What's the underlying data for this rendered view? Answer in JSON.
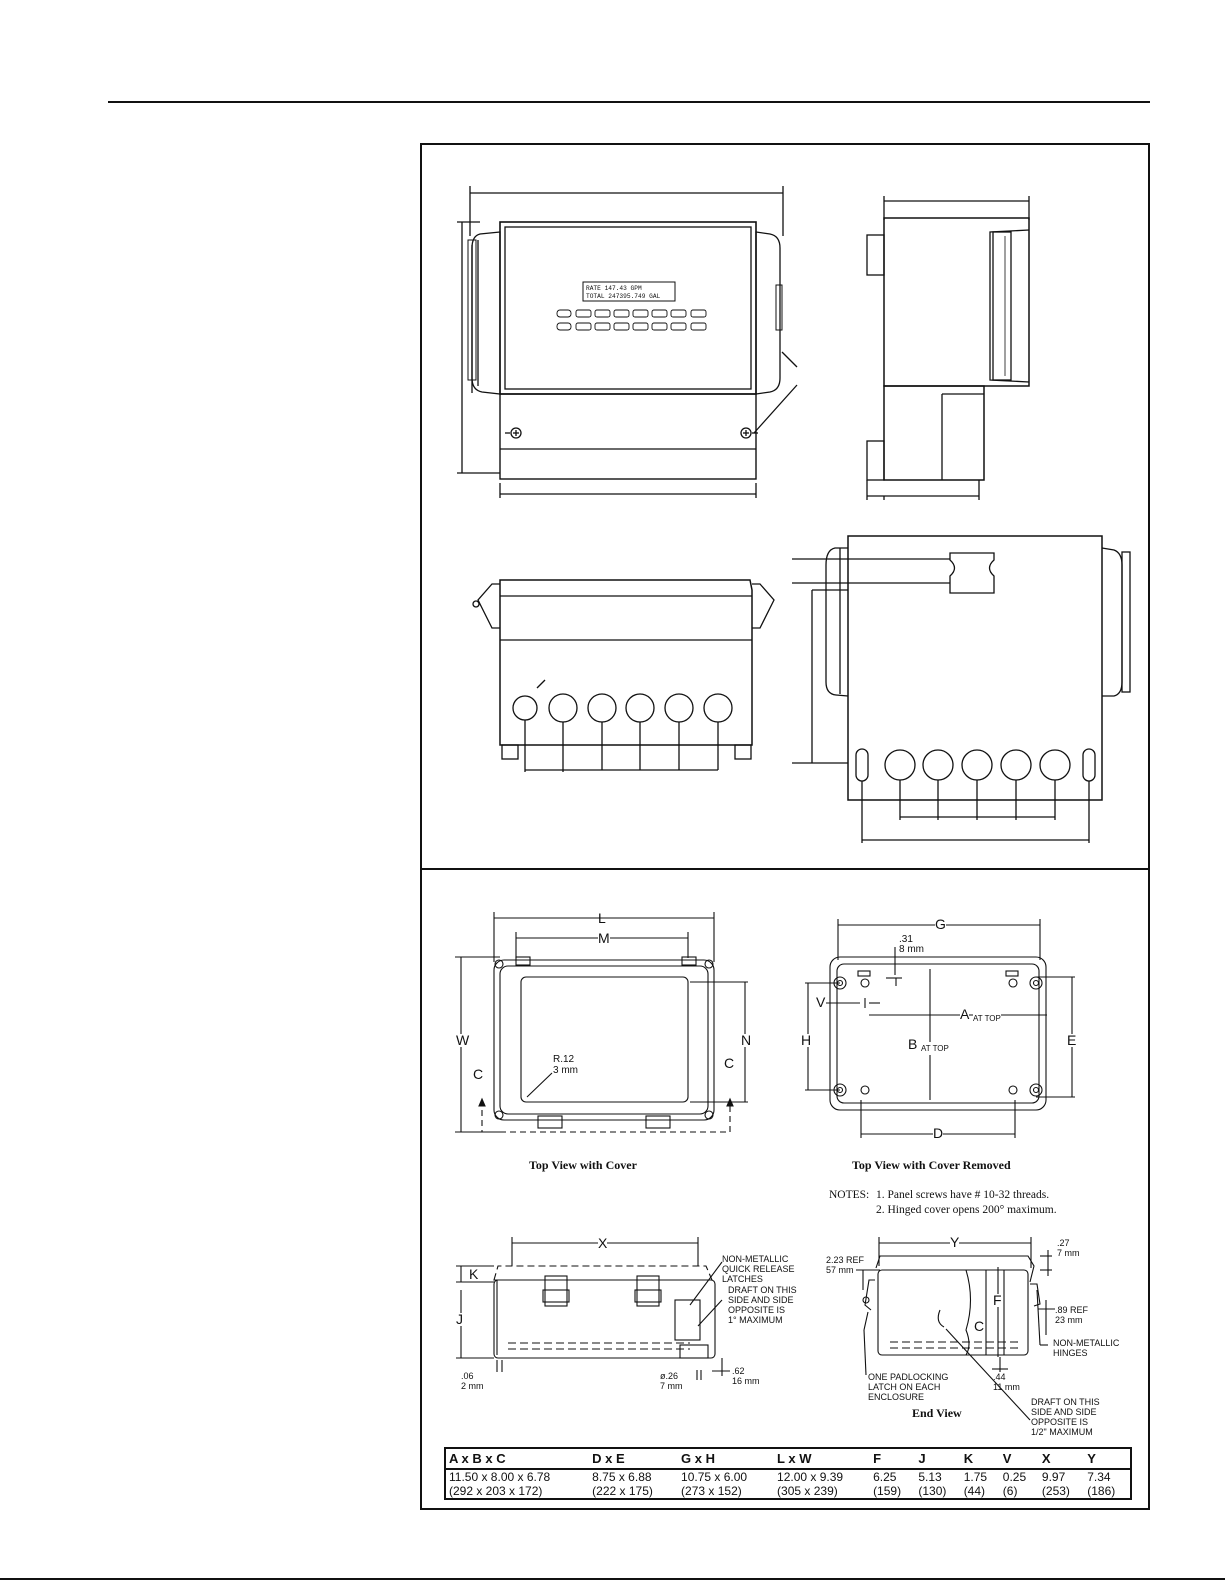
{
  "top_drawing": {
    "display_line1": "RATE        147.43 GPM",
    "display_line2": "TOTAL 247395.749 GAL"
  },
  "bottom_drawing": {
    "dim_labels": {
      "L": "L",
      "M": "M",
      "W": "W",
      "N": "N",
      "C": "C",
      "G": "G",
      "V": "V",
      "H": "H",
      "A": "A",
      "B": "B",
      "E": "E",
      "D": "D",
      "X": "X",
      "K": "K",
      "J": "J",
      "Y": "Y",
      "F": "F",
      "at_top": "AT TOP"
    },
    "radius_label": "R.12\n3 mm",
    "screw_offset": ".31\n8 mm",
    "caption_top_cover": "Top View with Cover",
    "caption_cover_removed": "Top View with Cover Removed",
    "notes": {
      "prefix": "NOTES:",
      "note1": "1.  Panel screws have # 10-32 threads.",
      "note2": "2.  Hinged cover opens 200° maximum."
    },
    "callouts": {
      "latches": "NON-METALLIC\nQUICK RELEASE\nLATCHES",
      "draft_1deg": "DRAFT ON THIS\nSIDE AND SIDE\nOPPOSITE IS\n1° MAXIMUM",
      "dim_06": ".06\n2 mm",
      "dim_26": "ø.26\n7 mm",
      "dim_62": ".62\n16 mm",
      "dim_223": "2.23 REF\n57 mm",
      "dim_27": ".27\n7 mm",
      "dim_89": ".89 REF\n23 mm",
      "hinges": "NON-METALLIC\nHINGES",
      "dim_44": ".44\n11 mm",
      "padlock": "ONE PADLOCKING\nLATCH ON EACH\nENCLOSURE",
      "draft_half": "DRAFT ON THIS\nSIDE AND SIDE\nOPPOSITE IS\n1/2\" MAXIMUM"
    },
    "caption_end_view": "End View"
  },
  "dimension_table": {
    "headers": [
      "A x B x C",
      "D x E",
      "G x H",
      "L x W",
      "F",
      "J",
      "K",
      "V",
      "X",
      "Y"
    ],
    "rows": [
      [
        "11.50 x 8.00 x 6.78",
        "8.75 x 6.88",
        "10.75 x 6.00",
        "12.00 x 9.39",
        "6.25",
        "5.13",
        "1.75",
        "0.25",
        "9.97",
        "7.34"
      ],
      [
        "(292 x 203 x 172)",
        "(222 x 175)",
        "(273 x 152)",
        "(305 x 239)",
        "(159)",
        "(130)",
        "(44)",
        "(6)",
        "(253)",
        "(186)"
      ]
    ]
  }
}
